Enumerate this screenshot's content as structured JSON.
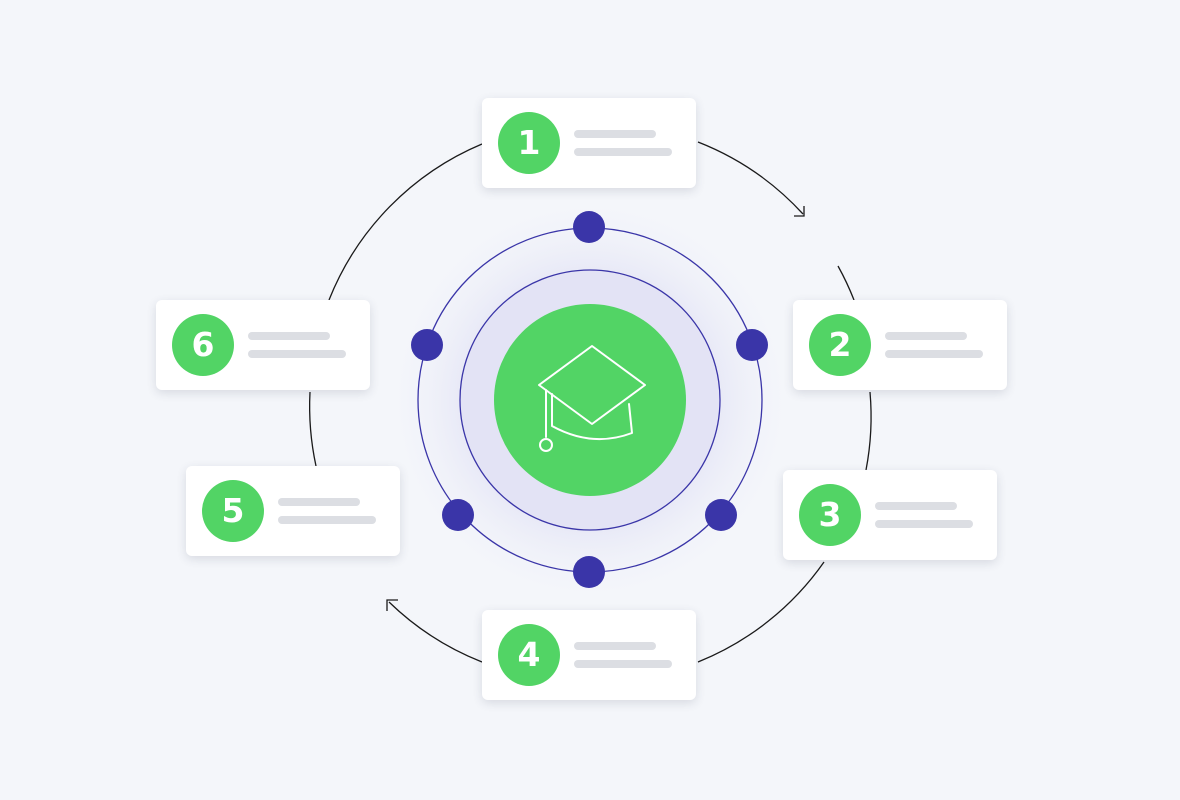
{
  "colors": {
    "background": "#f4f6fa",
    "accent_green": "#52d465",
    "orbit_purple": "#3a35a8",
    "arc_dark": "#1a1a1a",
    "placeholder_gray": "#dcdee3"
  },
  "center": {
    "icon": "graduation-cap-icon"
  },
  "steps": [
    {
      "number": "1"
    },
    {
      "number": "2"
    },
    {
      "number": "3"
    },
    {
      "number": "4"
    },
    {
      "number": "5"
    },
    {
      "number": "6"
    }
  ]
}
